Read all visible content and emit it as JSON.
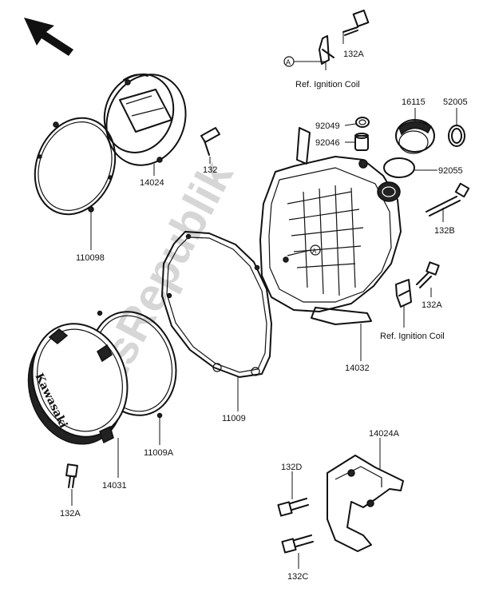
{
  "watermark": "PartsRepublik",
  "cover_brand": "Kawasaki",
  "ref_marker": "A",
  "labels": {
    "p132A_top": "132A",
    "ref_coil_top": "Ref. Ignition Coil",
    "p16115": "16115",
    "p52005": "52005",
    "p92049": "92049",
    "p92046": "92046",
    "p92055": "92055",
    "p132": "132",
    "p14024": "14024",
    "p110098": "110098",
    "p132B": "132B",
    "p132A_right": "132A",
    "ref_coil_right": "Ref. Ignition Coil",
    "p14032": "14032",
    "p11009": "11009",
    "p11009A": "11009A",
    "p14031": "14031",
    "p132A_bottom": "132A",
    "p14024A": "14024A",
    "p132D": "132D",
    "p132C": "132C"
  }
}
